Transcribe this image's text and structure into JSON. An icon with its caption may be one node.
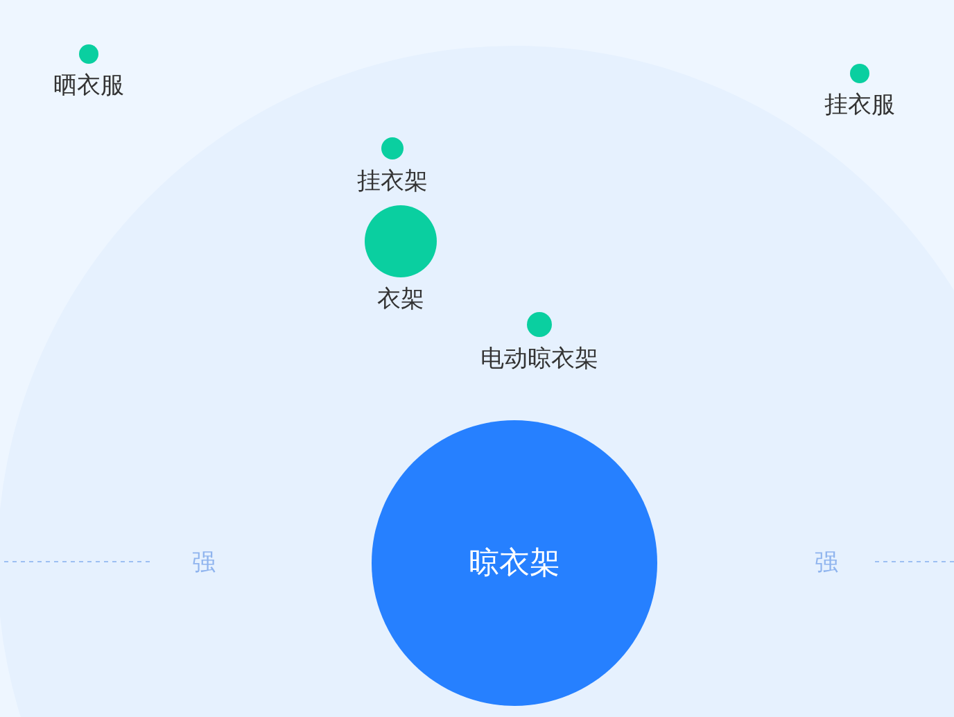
{
  "diagram": {
    "nodes": [
      {
        "text": [
          "晒衣服"
        ]
      },
      {
        "text": [
          "挂衣服"
        ]
      },
      {
        "text": [
          "挂衣架"
        ]
      },
      {
        "text": [
          "衣架"
        ]
      },
      {
        "text": [
          "电动晾衣架"
        ]
      },
      {
        "text": [
          "晾衣架"
        ]
      }
    ],
    "labels": [
      "强",
      "强"
    ]
  }
}
